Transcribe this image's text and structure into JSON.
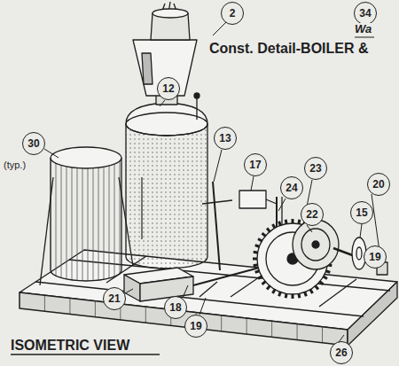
{
  "diagram": {
    "nodes": [
      {
        "text": [
          "2"
        ]
      },
      {
        "text": [
          "34"
        ]
      },
      {
        "text": [
          "12"
        ]
      },
      {
        "text": [
          "30"
        ]
      },
      {
        "text": [
          "13"
        ]
      },
      {
        "text": [
          "17"
        ]
      },
      {
        "text": [
          "23"
        ]
      },
      {
        "text": [
          "20"
        ]
      },
      {
        "text": [
          "24"
        ]
      },
      {
        "text": [
          "22"
        ]
      },
      {
        "text": [
          "15"
        ]
      },
      {
        "text": [
          "19"
        ]
      },
      {
        "text": [
          "21"
        ]
      },
      {
        "text": [
          "18"
        ]
      },
      {
        "text": [
          "19"
        ]
      },
      {
        "text": [
          "26"
        ]
      }
    ],
    "labels": [
      "Const. Detail-BOILER &",
      "Wa",
      "(typ.)",
      "ISOMETRIC VIEW"
    ]
  }
}
